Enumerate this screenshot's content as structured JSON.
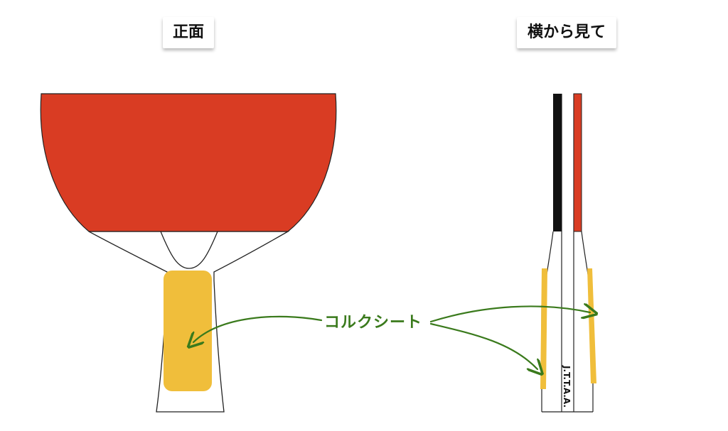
{
  "labels": {
    "front": "正面",
    "side": "横から見て",
    "cork_sheet": "コルクシート",
    "side_stamp": "J.T.T.A.A."
  },
  "colors": {
    "rubber_red": "#d93c23",
    "rubber_black": "#111111",
    "cork_yellow": "#f0be3b",
    "arrow_green": "#3a7a1c",
    "outline": "#222222"
  }
}
